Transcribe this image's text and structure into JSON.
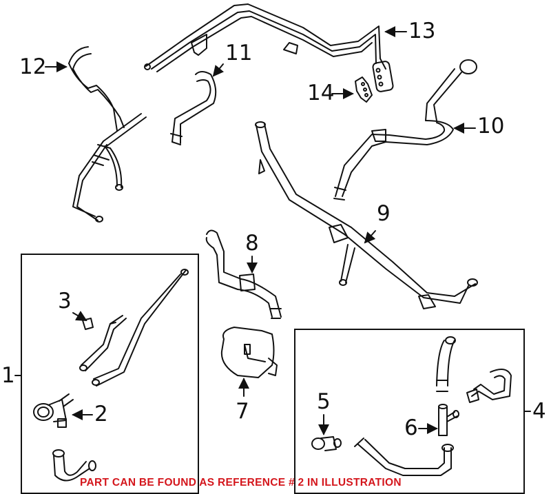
{
  "diagram": {
    "callouts": [
      {
        "ref": "1",
        "label": "1"
      },
      {
        "ref": "2",
        "label": "2"
      },
      {
        "ref": "3",
        "label": "3"
      },
      {
        "ref": "4",
        "label": "4"
      },
      {
        "ref": "5",
        "label": "5"
      },
      {
        "ref": "6",
        "label": "6"
      },
      {
        "ref": "7",
        "label": "7"
      },
      {
        "ref": "8",
        "label": "8"
      },
      {
        "ref": "9",
        "label": "9"
      },
      {
        "ref": "10",
        "label": "10"
      },
      {
        "ref": "11",
        "label": "11"
      },
      {
        "ref": "12",
        "label": "12"
      },
      {
        "ref": "13",
        "label": "13"
      },
      {
        "ref": "14",
        "label": "14"
      }
    ],
    "note": "PART CAN BE FOUND AS REFERENCE # 2 IN ILLUSTRATION",
    "colors": {
      "note": "#d4161c",
      "line": "#111111",
      "background": "#ffffff"
    }
  }
}
